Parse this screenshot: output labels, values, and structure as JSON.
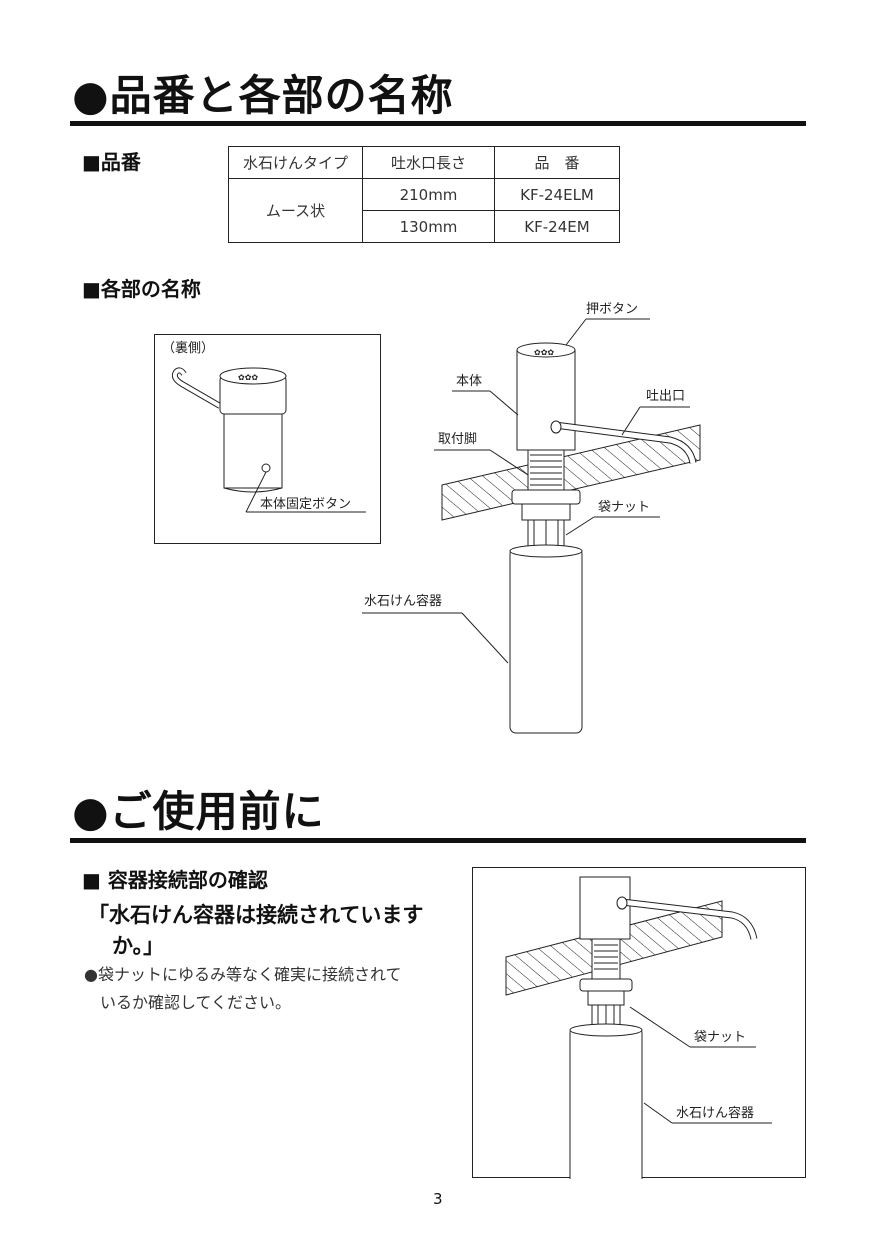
{
  "heading1": "●品番と各部の名称",
  "section_part_number": "■品番",
  "table": {
    "headers": [
      "水石けんタイプ",
      "吐水口長さ",
      "品　番"
    ],
    "type": "ムース状",
    "rows": [
      {
        "length": "210mm",
        "part": "KF-24ELM"
      },
      {
        "length": "130mm",
        "part": "KF-24EM"
      }
    ]
  },
  "section_parts": "■各部の名称",
  "inset": {
    "title": "（裏側）",
    "label": "本体固定ボタン"
  },
  "parts": {
    "push_button": "押ボタン",
    "body": "本体",
    "spout": "吐出口",
    "mount_leg": "取付脚",
    "bag_nut": "袋ナット",
    "container": "水石けん容器"
  },
  "heading2": "●ご使用前に",
  "section_check": "■ 容器接続部の確認",
  "question_line1": "「水石けん容器は接続されています",
  "question_line2": "か。」",
  "note_line1": "●袋ナットにゆるみ等なく確実に接続されて",
  "note_line2": "いるか確認してください。",
  "figure2": {
    "bag_nut": "袋ナット",
    "container": "水石けん容器"
  },
  "page_number": "3"
}
